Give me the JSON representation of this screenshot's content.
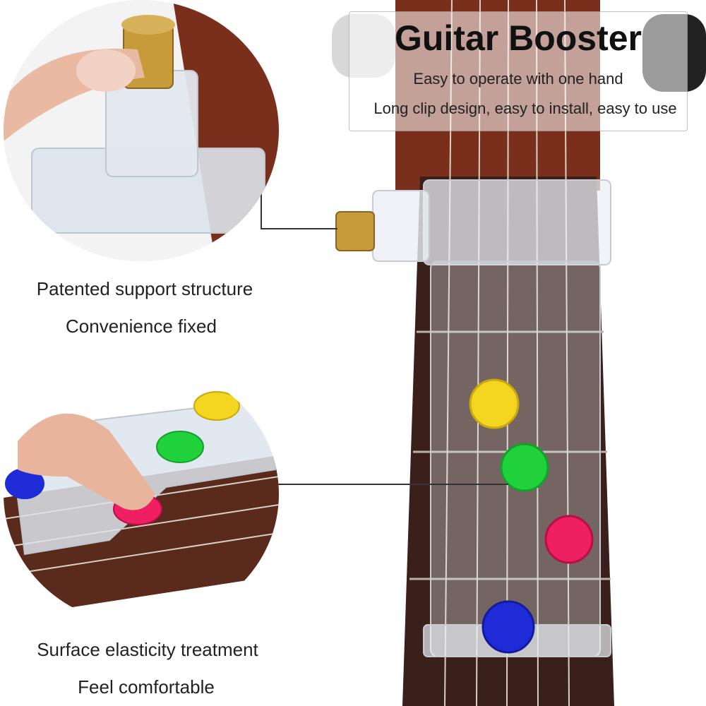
{
  "header": {
    "title": "Guitar Booster",
    "line1": "Easy to operate with one hand",
    "line2": "Long clip design, easy to install, easy to use"
  },
  "callout_top": {
    "line1": "Patented support structure",
    "line2": "Convenience fixed"
  },
  "callout_bottom": {
    "line1": "Surface elasticity treatment",
    "line2": "Feel comfortable"
  },
  "colors": {
    "wood": "#7a2e1c",
    "fretboard": "#3a1f1a",
    "button_yellow": "#f4d51f",
    "button_green": "#1fd13a",
    "button_pink": "#ee1f63",
    "button_blue": "#1f2bd6",
    "brass": "#c79a3a"
  }
}
